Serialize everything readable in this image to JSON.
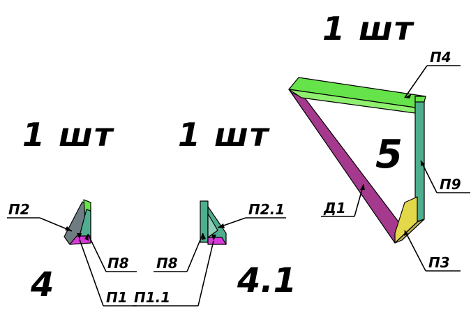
{
  "qty": {
    "part4": "1 шт",
    "part41": "1 шт",
    "part5": "1 шт"
  },
  "part_numbers": {
    "p4": "4",
    "p41": "4.1",
    "p5": "5"
  },
  "callouts": {
    "p2": "П2",
    "p8a": "П8",
    "p1": "П1",
    "p21": "П2.1",
    "p8b": "П8",
    "p11": "П1.1",
    "p4": "П4",
    "p9": "П9",
    "p3": "П3",
    "d1": "Д1"
  },
  "colors": {
    "green": "#66e34a",
    "teal": "#4fae8f",
    "purple": "#a4398d",
    "magenta": "#d83ad8",
    "gray": "#6f7c82",
    "yellow": "#e2d84a",
    "outline": "#000000"
  }
}
